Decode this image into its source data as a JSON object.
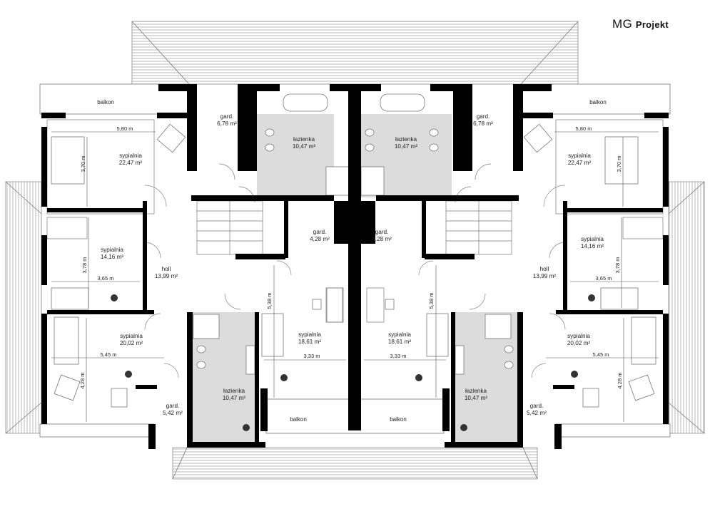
{
  "brand": {
    "logo_mg": "MG",
    "logo_projekt": "Projekt"
  },
  "colors": {
    "wall": "#000000",
    "bathroom_floor": "#dcdcdc",
    "roof_hatch": "#9a9a9a",
    "line": "#555555"
  },
  "rooms": {
    "balcony_tl": {
      "name": "balkon"
    },
    "balcony_tr": {
      "name": "balkon"
    },
    "balcony_bl": {
      "name": "balkon"
    },
    "balcony_br": {
      "name": "balkon"
    },
    "bedroom_tl": {
      "name": "sypialnia",
      "area": "22,47 m²"
    },
    "bedroom_tr": {
      "name": "sypialnia",
      "area": "22,47 m²"
    },
    "bedroom_ml": {
      "name": "sypialnia",
      "area": "14,16 m²"
    },
    "bedroom_mr": {
      "name": "sypialnia",
      "area": "14,16 m²"
    },
    "bedroom_bl": {
      "name": "sypialnia",
      "area": "20,02 m²"
    },
    "bedroom_br": {
      "name": "sypialnia",
      "area": "20,02 m²"
    },
    "bedroom_cl": {
      "name": "sypialnia",
      "area": "18,61 m²"
    },
    "bedroom_cr": {
      "name": "sypialnia",
      "area": "18,61 m²"
    },
    "bath_tl": {
      "name": "łazienka",
      "area": "10,47 m²"
    },
    "bath_tr": {
      "name": "łazienka",
      "area": "10,47 m²"
    },
    "bath_bl": {
      "name": "łazienka",
      "area": "10,47 m²"
    },
    "bath_br": {
      "name": "łazienka",
      "area": "10,47 m²"
    },
    "ward_tl": {
      "name": "gard.",
      "area": "6,78 m²"
    },
    "ward_tr": {
      "name": "gard.",
      "area": "6,78 m²"
    },
    "ward_cl": {
      "name": "gard.",
      "area": "4,28 m²"
    },
    "ward_cr": {
      "name": "gard.",
      "area": "4,28 m²"
    },
    "ward_bl": {
      "name": "gard.",
      "area": "5,42 m²"
    },
    "ward_br": {
      "name": "gard.",
      "area": "5,42 m²"
    },
    "holl_l": {
      "name": "holl",
      "area": "13,99 m²"
    },
    "holl_r": {
      "name": "holl",
      "area": "13,99 m²"
    }
  },
  "dims": {
    "tl_w": "5,80 m",
    "tl_h": "3,70 m",
    "tr_w": "5,80 m",
    "tr_h": "3,70 m",
    "ml_w": "3,65 m",
    "ml_h": "3,78 m",
    "mr_w": "3,65 m",
    "mr_h": "3,78 m",
    "bl_w": "5,45 m",
    "bl_h": "4,28 m",
    "br_w": "5,45 m",
    "br_h": "4,28 m",
    "cl_w": "3,33 m",
    "cl_h": "5,38 m",
    "cr_w": "3,33 m",
    "cr_h": "5,38 m"
  }
}
